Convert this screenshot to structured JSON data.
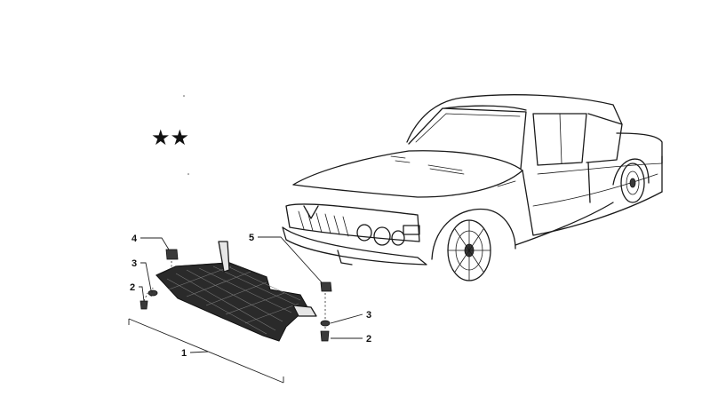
{
  "markers": {
    "stars": "★★"
  },
  "callouts": [
    {
      "id": "callout-4",
      "label": "4"
    },
    {
      "id": "callout-3-left",
      "label": "3"
    },
    {
      "id": "callout-2-left",
      "label": "2"
    },
    {
      "id": "callout-5",
      "label": "5"
    },
    {
      "id": "callout-3-right",
      "label": "3"
    },
    {
      "id": "callout-2-right",
      "label": "2"
    },
    {
      "id": "callout-1",
      "label": "1"
    }
  ],
  "colors": {
    "ink": "#111111",
    "paper": "#ffffff"
  }
}
